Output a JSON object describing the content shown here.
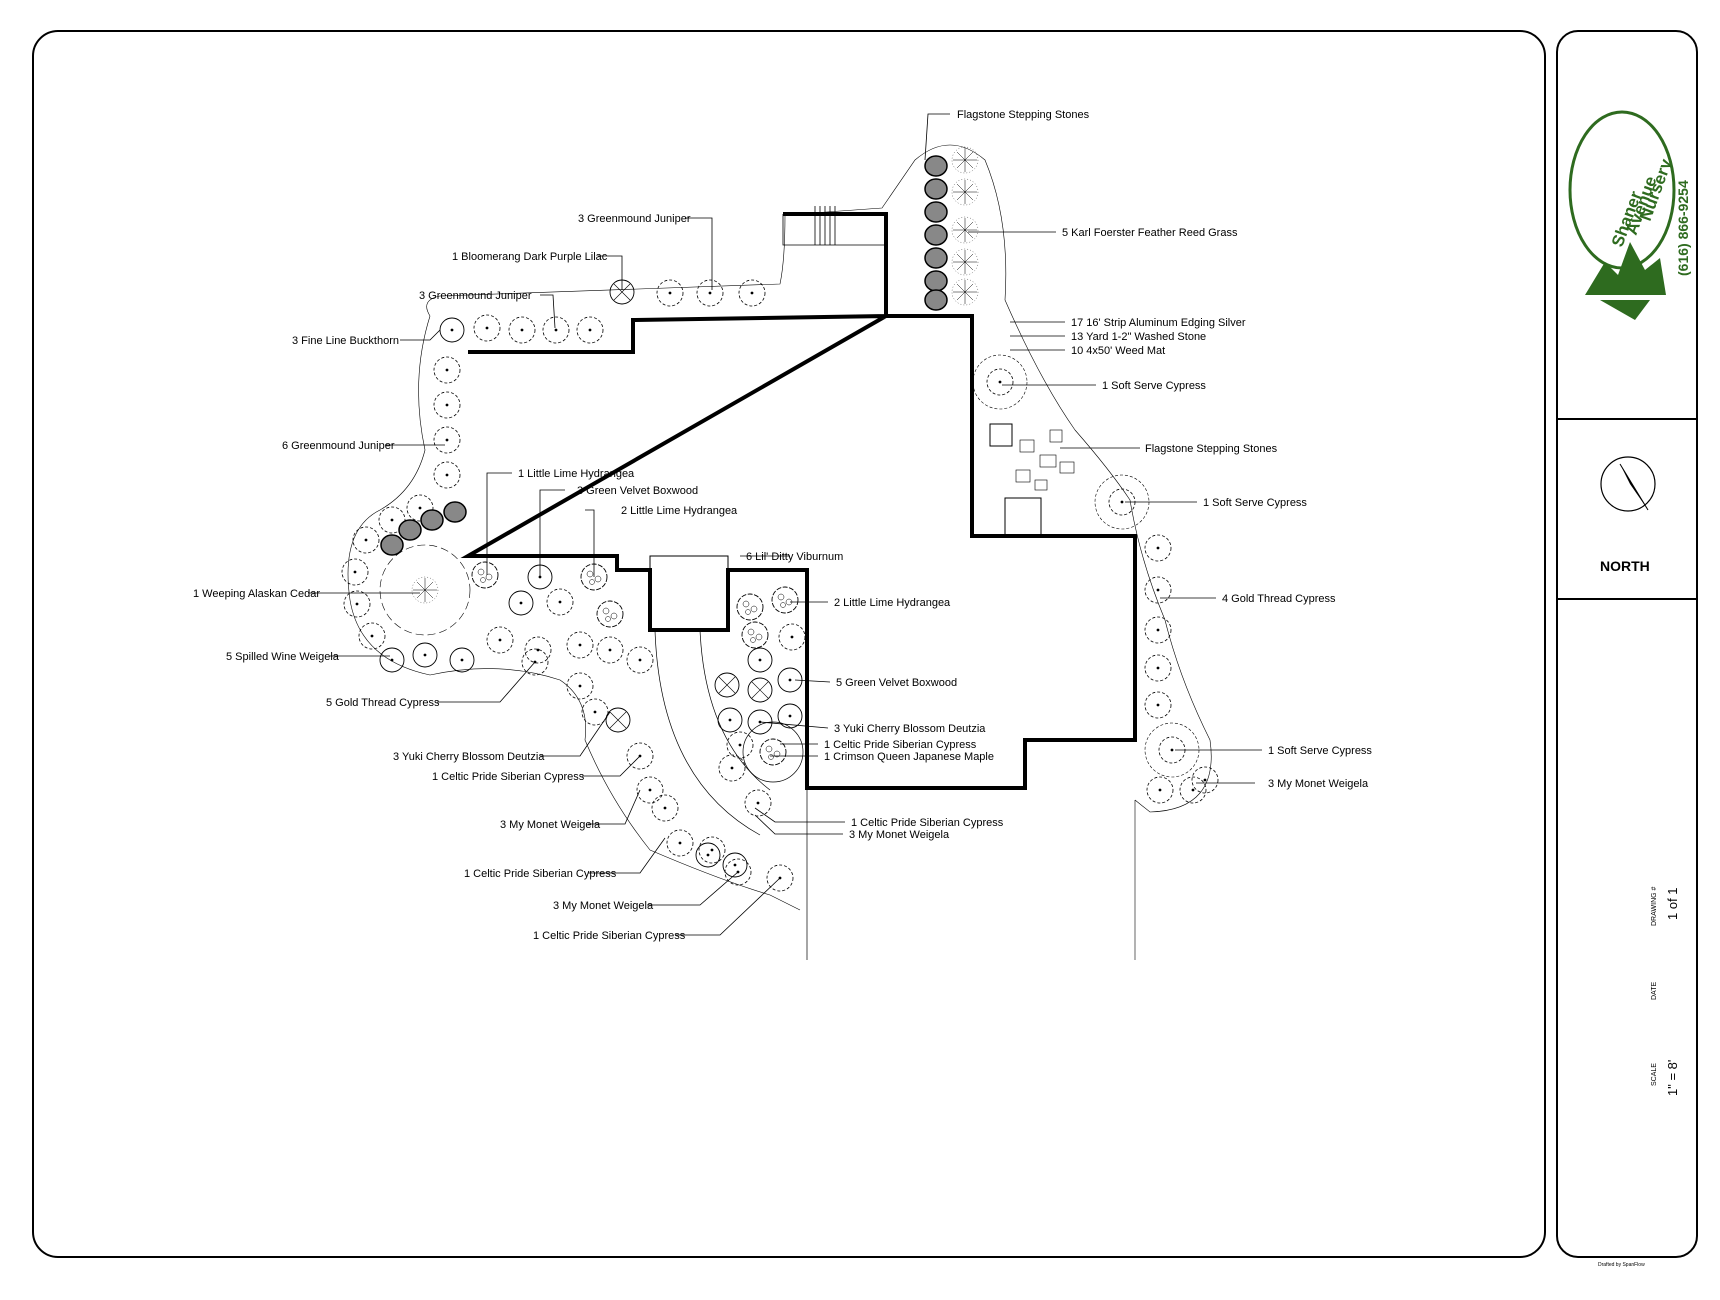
{
  "title_block": {
    "company_line1": "Shaner",
    "company_line2": "Avenue",
    "company_line3": "Nursery",
    "phone": "(616) 866-9254",
    "north_label": "NORTH",
    "drawing_label": "DRAWING #",
    "drawing_value": "1 of 1",
    "date_label": "DATE",
    "scale_label": "SCALE",
    "scale_value": "1\" = 8'",
    "credit": "Drafted by SpanFlow"
  },
  "colors": {
    "logo_green": "#2e6b1f",
    "line": "#000000"
  },
  "labels": {
    "flagstone_top": "Flagstone Stepping Stones",
    "greenmound_top": "3 Greenmound Juniper",
    "lilac": "1 Bloomerang Dark Purple Lilac",
    "greenmound_mid": "3 Greenmound Juniper",
    "buckthorn": "3 Fine Line Buckthorn",
    "greenmound_left": "6 Greenmound Juniper",
    "feather_reed": "5 Karl Foerster Feather Reed Grass",
    "edging": "17 16' Strip Aluminum Edging Silver",
    "washed_stone": "13 Yard 1-2\" Washed Stone",
    "weed_mat": "10 4x50' Weed Mat",
    "soft_serve_1": "1 Soft Serve Cypress",
    "flagstone_right": "Flagstone Stepping Stones",
    "soft_serve_2": "1 Soft Serve Cypress",
    "gold_thread_4": "4 Gold Thread Cypress",
    "soft_serve_3": "1 Soft Serve Cypress",
    "my_monet_right": "3 My Monet Weigela",
    "little_lime_1": "1 Little Lime Hydrangea",
    "green_velvet_3": "3 Green Velvet Boxwood",
    "little_lime_2": "2 Little Lime Hydrangea",
    "lil_ditty": "6 Lil' Ditty Viburnum",
    "little_lime_2b": "2 Little Lime Hydrangea",
    "weeping_cedar": "1 Weeping Alaskan Cedar",
    "spilled_wine": "5 Spilled Wine Weigela",
    "gold_thread_5": "5 Gold Thread Cypress",
    "green_velvet_5": "5 Green Velvet Boxwood",
    "yuki_right": "3 Yuki Cherry Blossom Deutzia",
    "celtic_right_a": "1 Celtic Pride Siberian Cypress",
    "crimson_queen": "1 Crimson Queen Japanese Maple",
    "yuki_left": "3 Yuki Cherry Blossom Deutzia",
    "celtic_left_a": "1 Celtic Pride Siberian Cypress",
    "celtic_right_b": "1 Celtic Pride Siberian Cypress",
    "my_monet_right_b": "3 My Monet Weigela",
    "my_monet_left_a": "3 My Monet Weigela",
    "celtic_left_b": "1 Celtic Pride Siberian Cypress",
    "my_monet_left_b": "3 My Monet Weigela",
    "celtic_left_c": "1 Celtic Pride Siberian Cypress"
  }
}
